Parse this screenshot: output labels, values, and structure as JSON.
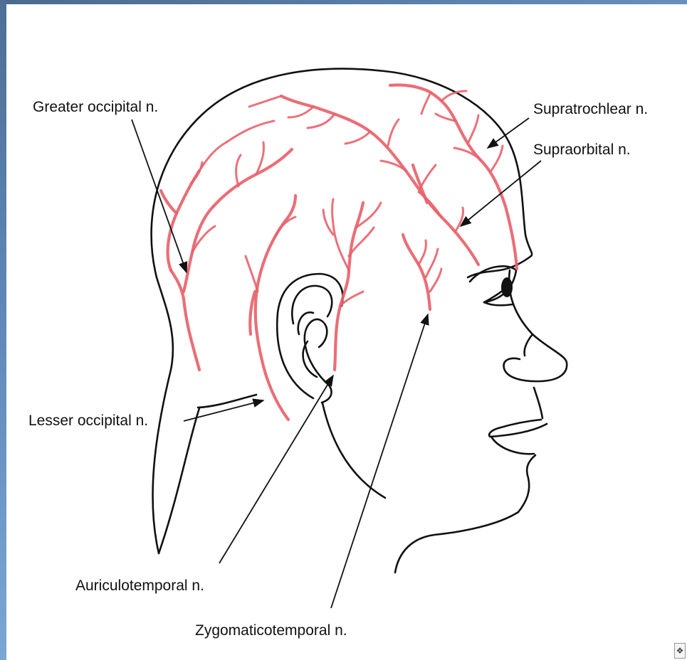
{
  "labels": {
    "greater_occipital": "Greater occipital n.",
    "supratrochlear": "Supratrochlear n.",
    "supraorbital": "Supraorbital n.",
    "lesser_occipital": "Lesser occipital n.",
    "auriculotemporal": "Auriculotemporal n.",
    "zygomaticotemporal": "Zygomaticotemporal n."
  },
  "colors": {
    "nerve": "#e8626b",
    "outline": "#111111",
    "frame_blue": "#5f86b6"
  },
  "icons": {
    "corner": "image-placeholder-icon"
  }
}
